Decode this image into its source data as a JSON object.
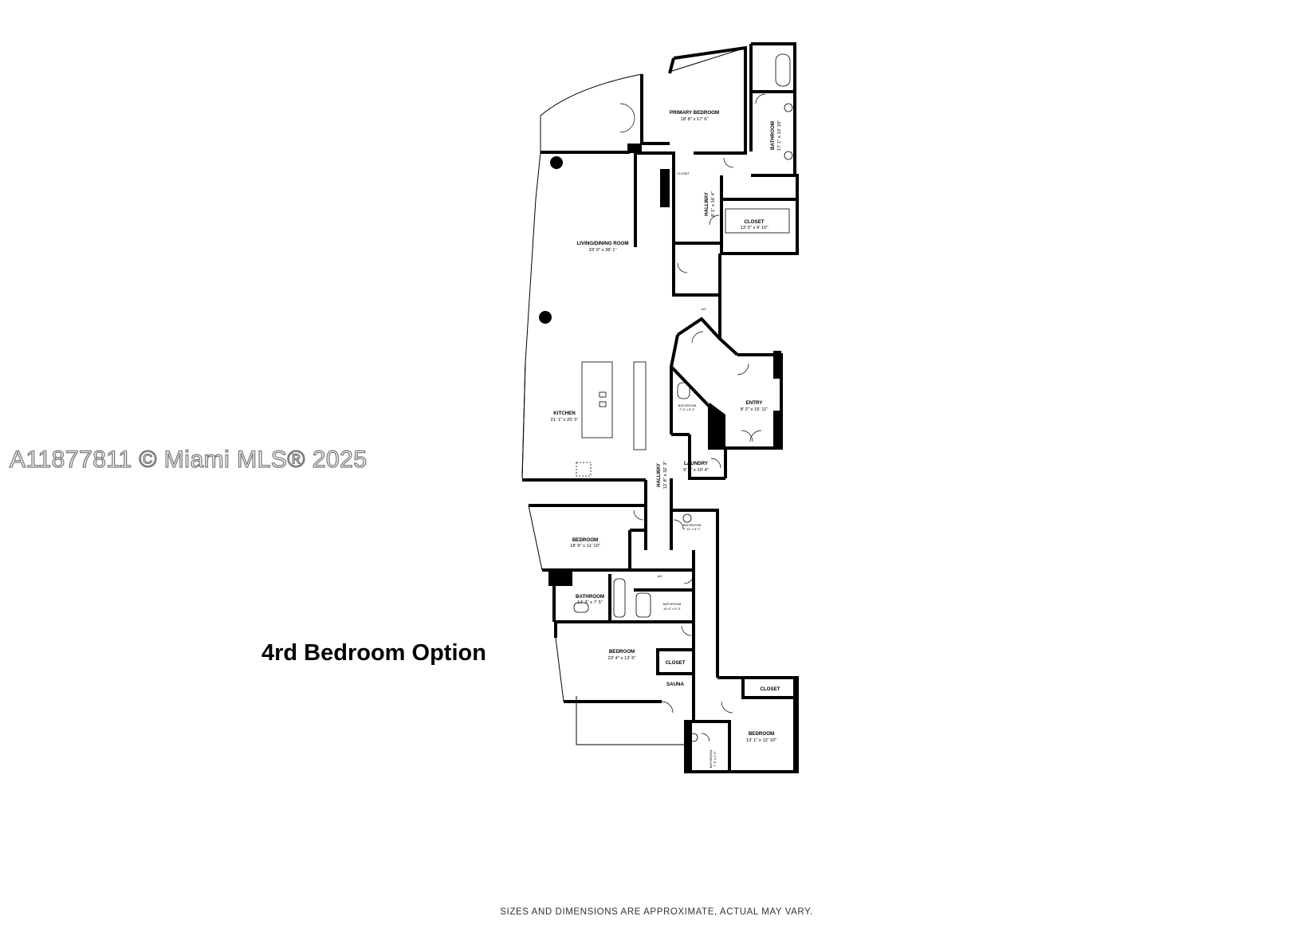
{
  "watermark": "A11877811 © Miami MLS® 2025",
  "caption": "4rd Bedroom Option",
  "disclaimer": "SIZES AND DIMENSIONS ARE APPROXIMATE, ACTUAL MAY VARY.",
  "rooms": {
    "primary_bedroom": {
      "name": "PRIMARY BEDROOM",
      "dims": "18' 8\" x 17' 6\""
    },
    "primary_bathroom": {
      "name": "BATHROOM",
      "dims": "17' 1\" x 13' 10\""
    },
    "closet_small": {
      "name": "CLOSET"
    },
    "hallway_upper": {
      "name": "HALLWAY",
      "dims": "8' 1\" x 16' 4\""
    },
    "walk_in_closet": {
      "name": "CLOSET",
      "dims": "13' 5\" x 9' 10\""
    },
    "living_dining": {
      "name": "LIVING/DINING ROOM",
      "dims": "33' 0\" x 38' 1\""
    },
    "ac_upper": {
      "name": "A/C"
    },
    "entry": {
      "name": "ENTRY",
      "dims": "8' 2\" x 15' 11\""
    },
    "powder_bathroom": {
      "name": "BATHROOM",
      "dims": "7' 0\" x 5' 4\""
    },
    "kitchen": {
      "name": "KITCHEN",
      "dims": "21' 1\" x 20' 5\""
    },
    "laundry": {
      "name": "LAUNDRY",
      "dims": "9' 7\" x 10' 4\""
    },
    "hallway_lower": {
      "name": "HALLWAY",
      "dims": "12' 8\" x 32' 3\""
    },
    "bathroom_hall": {
      "name": "BATHROOM",
      "dims": "7' 11\" x 5' 1\""
    },
    "bedroom_2": {
      "name": "BEDROOM",
      "dims": "18' 9\" x 11' 10\""
    },
    "ac_lower": {
      "name": "A/C"
    },
    "bathroom_2": {
      "name": "BATHROOM",
      "dims": "14' 3\" x 7' 5\""
    },
    "bathroom_3": {
      "name": "BATHROOM",
      "dims": "10' 6\" x 5' 3\""
    },
    "bedroom_3": {
      "name": "BEDROOM",
      "dims": "23' 4\" x 13' 6\""
    },
    "closet_b3": {
      "name": "CLOSET"
    },
    "sauna": {
      "name": "SAUNA"
    },
    "closet_b4": {
      "name": "CLOSET"
    },
    "bedroom_4": {
      "name": "BEDROOM",
      "dims": "13' 1\" x 12' 10\""
    },
    "bathroom_4": {
      "name": "BATHROOM",
      "dims": "7' 4\" x 4' 9\""
    }
  }
}
